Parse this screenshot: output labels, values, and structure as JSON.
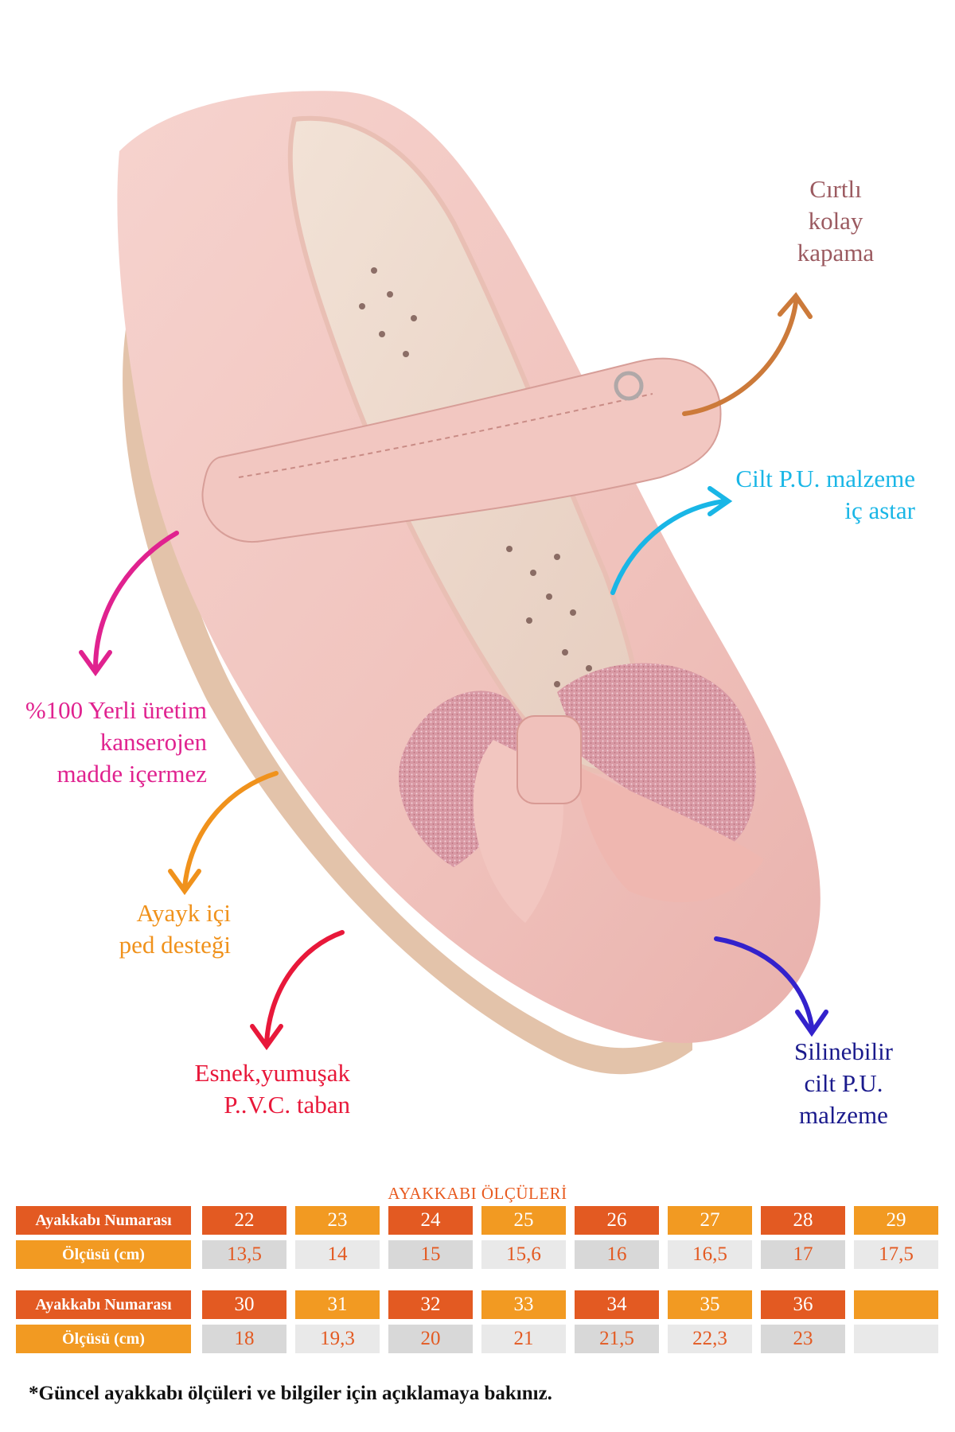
{
  "features": {
    "closure": {
      "lines": [
        "Cırtlı",
        "kolay",
        "kapama"
      ],
      "color": "#9b5a60",
      "arrow_color": "#cc7a3a"
    },
    "lining": {
      "lines": [
        "Cilt P.U. malzeme",
        "iç astar"
      ],
      "color": "#19b6e6",
      "arrow_color": "#19b6e6"
    },
    "local": {
      "lines": [
        "%100 Yerli üretim",
        "kanserojen",
        "madde içermez"
      ],
      "color": "#e0228f",
      "arrow_color": "#e0228f"
    },
    "insole": {
      "lines": [
        "Ayayk içi",
        "ped desteği"
      ],
      "color": "#f0921c",
      "arrow_color": "#f0921c"
    },
    "sole": {
      "lines": [
        "Esnek,yumuşak",
        "P..V.C. taban"
      ],
      "color": "#e8183a",
      "arrow_color": "#e8183a"
    },
    "upper": {
      "lines": [
        "Silinebilir",
        "cilt P.U.",
        "malzeme"
      ],
      "color": "#1a1a8c",
      "arrow_color": "#3322cc"
    }
  },
  "size_chart": {
    "title": "AYAKKABI ÖLÇÜLERİ",
    "tables": [
      {
        "number_label": "Ayakkabı Numarası",
        "measure_label": "Ölçüsü (cm)",
        "numbers": [
          "22",
          "23",
          "24",
          "25",
          "26",
          "27",
          "28",
          "29"
        ],
        "measures": [
          "13,5",
          "14",
          "15",
          "15,6",
          "16",
          "16,5",
          "17",
          "17,5"
        ]
      },
      {
        "number_label": "Ayakkabı Numarası",
        "measure_label": "Ölçüsü (cm)",
        "numbers": [
          "30",
          "31",
          "32",
          "33",
          "34",
          "35",
          "36",
          ""
        ],
        "measures": [
          "18",
          "19,3",
          "20",
          "21",
          "21,5",
          "22,3",
          "23",
          ""
        ]
      }
    ]
  },
  "footnote": "*Güncel ayakkabı ölçüleri ve bilgiler için açıklamaya bakınız.",
  "product_image": {
    "subject": "pink ballerina shoe with glitter bow",
    "colors": {
      "upper": "#f3c9c4",
      "sole": "#e2c2a8",
      "insole": "#eed9cc",
      "bow_glitter": "#d79aa6"
    }
  }
}
